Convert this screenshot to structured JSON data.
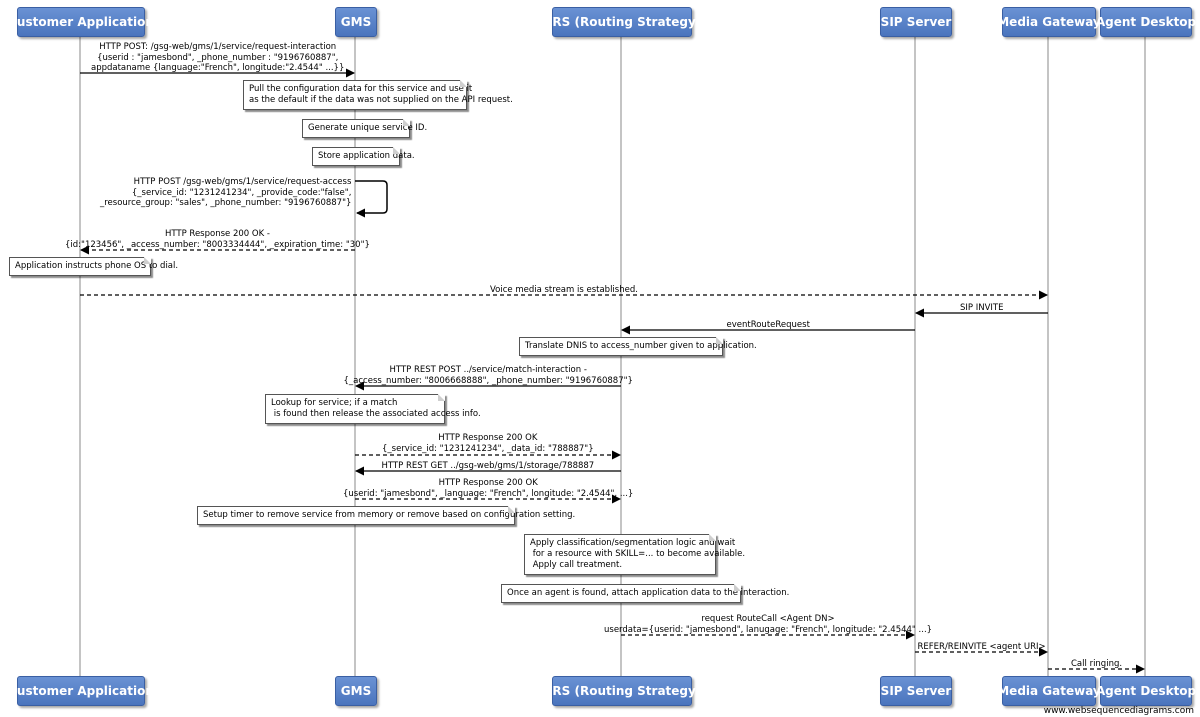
{
  "actors": [
    {
      "id": "customer",
      "label": "Customer Application"
    },
    {
      "id": "gms",
      "label": "GMS"
    },
    {
      "id": "urs",
      "label": "URS (Routing Strategy)"
    },
    {
      "id": "sip",
      "label": "SIP Server"
    },
    {
      "id": "mgw",
      "label": "Media Gateway"
    },
    {
      "id": "agent",
      "label": "Agent Desktop"
    }
  ],
  "messages": [
    {
      "from": "customer",
      "to": "gms",
      "style": "solid",
      "text": "HTTP POST: /gsg-web/gms/1/service/request-interaction\n{userid : \"jamesbond\", _phone_number : \"9196760887\",\nappdataname {language:\"French\", longitude:\"2.4544\" ...}}"
    },
    {
      "from": "gms",
      "to": "gms",
      "style": "solid",
      "text": "HTTP POST /gsg-web/gms/1/service/request-access\n{_service_id: \"1231241234\", _provide_code:\"false\",\n_resource_group: \"sales\", _phone_number: \"9196760887\"}"
    },
    {
      "from": "gms",
      "to": "customer",
      "style": "dashed",
      "text": "HTTP Response 200 OK -\n{id:\"123456\", _access_number: \"8003334444\", _expiration_time: \"30\"}"
    },
    {
      "from": "customer",
      "to": "mgw",
      "style": "dashed",
      "text": "Voice media stream is established."
    },
    {
      "from": "mgw",
      "to": "sip",
      "style": "solid",
      "text": "SIP INVITE"
    },
    {
      "from": "sip",
      "to": "urs",
      "style": "solid",
      "text": "eventRouteRequest"
    },
    {
      "from": "urs",
      "to": "gms",
      "style": "solid",
      "text": "HTTP REST POST ../service/match-interaction -\n{_access_number: \"8006668888\", _phone_number: \"9196760887\"}"
    },
    {
      "from": "gms",
      "to": "urs",
      "style": "dashed",
      "text": "HTTP Response 200 OK\n{_service_id: \"1231241234\", _data_id: \"788887\"}"
    },
    {
      "from": "urs",
      "to": "gms",
      "style": "solid",
      "text": "HTTP REST GET ../gsg-web/gms/1/storage/788887"
    },
    {
      "from": "gms",
      "to": "urs",
      "style": "dashed",
      "text": "HTTP Response 200 OK\n{userid: \"jamesbond\", _language: \"French\", longitude: \"2.4544\", ...}"
    },
    {
      "from": "urs",
      "to": "sip",
      "style": "dashed",
      "text": "request RouteCall <Agent DN>\nuserdata={userid: \"jamesbond\", lanugage: \"French\", longitude: \"2.4544\" ...}"
    },
    {
      "from": "sip",
      "to": "mgw",
      "style": "dashed",
      "text": "REFER/REINVITE <agent URI>"
    },
    {
      "from": "mgw",
      "to": "agent",
      "style": "dashed",
      "text": "Call ringing."
    }
  ],
  "notes": [
    {
      "over": "gms",
      "text": "Pull the configuration data for this service and use it\nas the default if the data was not supplied on the API request."
    },
    {
      "over": "gms",
      "text": "Generate unique service ID."
    },
    {
      "over": "gms",
      "text": "Store application data."
    },
    {
      "over": "customer",
      "text": "Application instructs phone OS to dial."
    },
    {
      "over": "urs",
      "text": "Translate DNIS to access_number given to application."
    },
    {
      "over": "gms",
      "text": "Lookup for service; if a match\n is found then release the associated access info."
    },
    {
      "over": "gms",
      "text": "Setup timer to remove service from memory or remove based on configuration setting."
    },
    {
      "over": "urs",
      "text": "Apply classification/segmentation logic and wait\n for a resource with SKILL=... to become available.\n Apply call treatment."
    },
    {
      "over": "urs",
      "text": "Once an agent is found, attach application data to the interaction."
    }
  ],
  "footer": "www.websequencediagrams.com"
}
